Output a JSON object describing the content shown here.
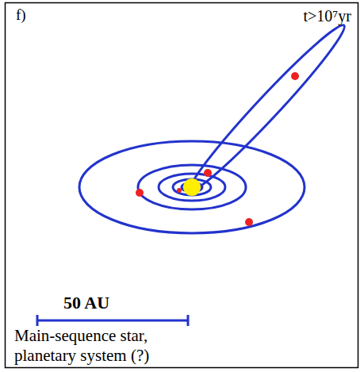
{
  "diagram": {
    "caption": "Main-sequence star, planetary system (?)",
    "labels": [
      "f)",
      "t>10⁷yr",
      "50 AU"
    ]
  }
}
